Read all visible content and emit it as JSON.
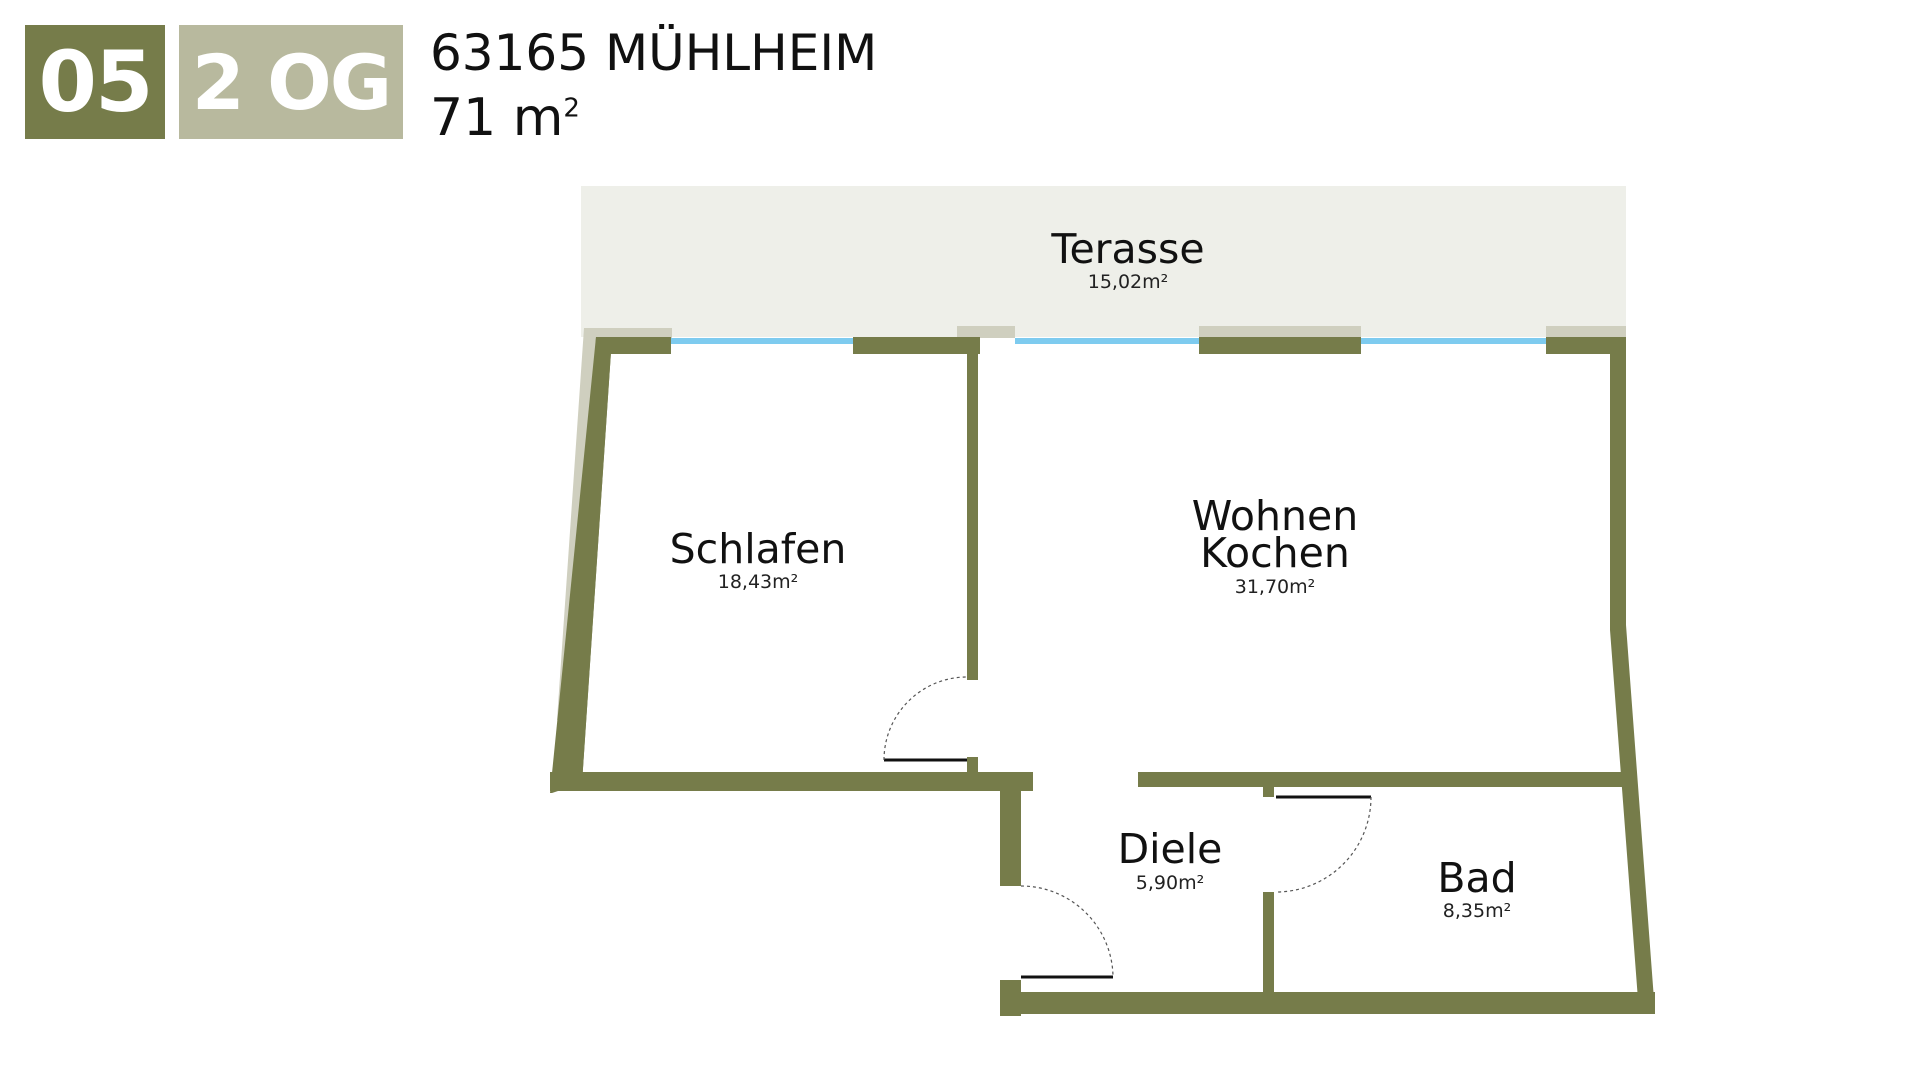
{
  "header": {
    "unit_number": "05",
    "floor": "2 OG",
    "address": "63165 MÜHLHEIM",
    "total_area": "71 m",
    "total_area_sup": "2"
  },
  "rooms": [
    {
      "name": "Terasse",
      "area": "15,02m²"
    },
    {
      "name": "Schlafen",
      "area": "18,43m²"
    },
    {
      "name": "Wohnen",
      "name2": "Kochen",
      "area": "31,70m²"
    },
    {
      "name": "Diele",
      "area": "5,90m²"
    },
    {
      "name": "Bad",
      "area": "8,35m²"
    }
  ],
  "colors": {
    "wall": "#767c4a",
    "badge_dark": "#767c4a",
    "badge_light": "#b8b99e",
    "terrace": "#eeefe9",
    "window": "#7ecbef",
    "shadow_wall": "#cfcfbf"
  }
}
